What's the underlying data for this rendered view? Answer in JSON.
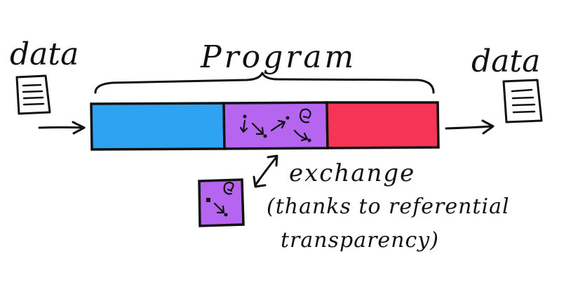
{
  "labels": {
    "input_data": "data",
    "output_data": "data",
    "program": "Program",
    "exchange": "exchange",
    "thanks_line": "(thanks to referential",
    "transparency_line": "transparency)"
  },
  "colors": {
    "segment_left": "#2ea3f2",
    "segment_middle": "#b565f0",
    "segment_right": "#f53456",
    "replacement_block": "#b565f0",
    "ink": "#111111"
  },
  "icons": {
    "input_document": "document-icon",
    "output_document": "document-icon"
  }
}
